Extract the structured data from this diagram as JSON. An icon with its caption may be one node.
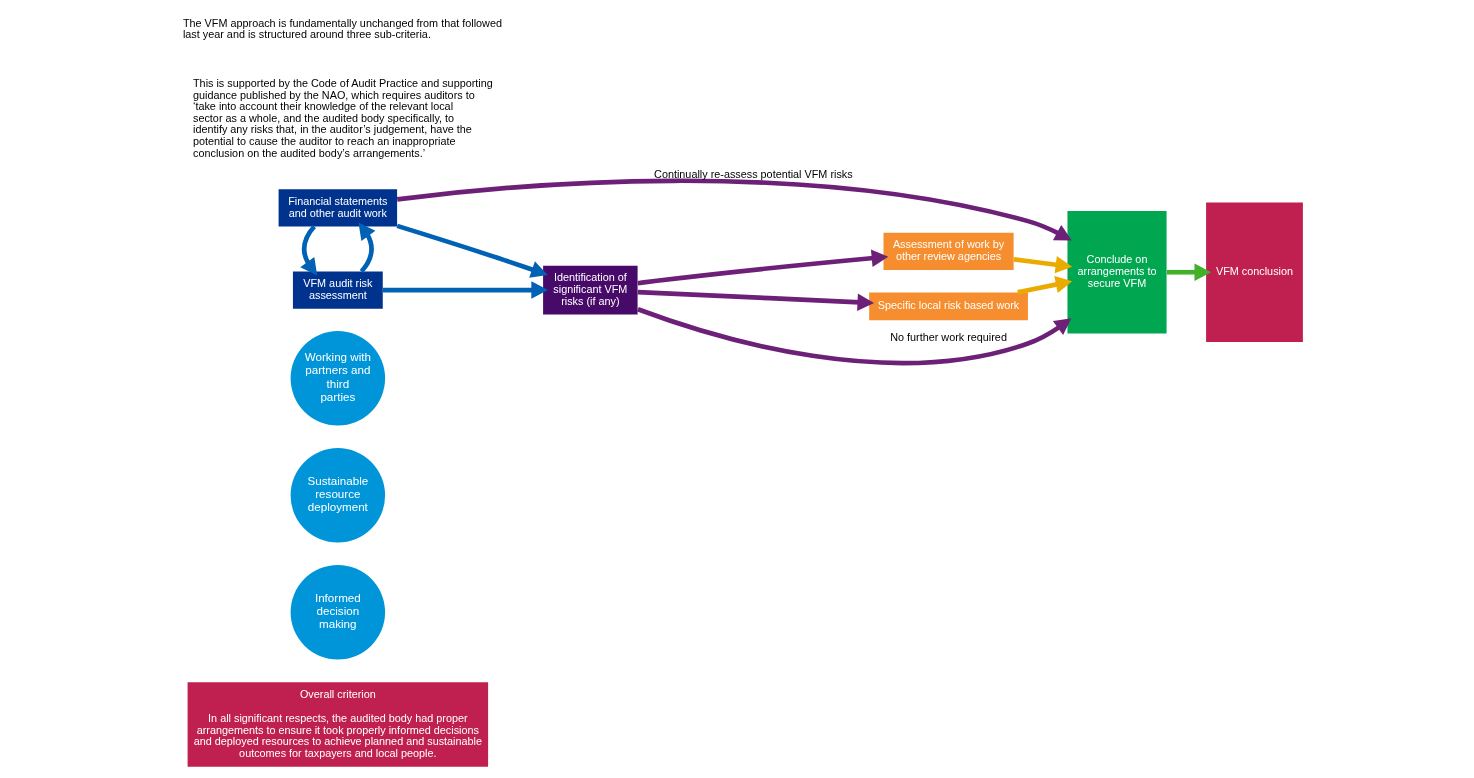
{
  "diagram": {
    "nodes": [
      {
        "text": [
          "Overall criterion",
          "In all significant respects, the audited body had proper arrangements to ensure it took properly informed decisions and deployed resources to achieve planned and sustainable outcomes for taxpayers and local people."
        ]
      },
      {
        "text": [
          "Informed decision making"
        ]
      },
      {
        "text": [
          "Sustainable resource deployment"
        ]
      },
      {
        "text": [
          "Working with partners and third parties"
        ]
      },
      {
        "text": [
          "VFM audit risk assessment"
        ]
      },
      {
        "text": [
          "Financial statements and other audit work"
        ]
      },
      {
        "text": [
          "Identification of significant VFM risks (if any)"
        ]
      },
      {
        "text": [
          "Assessment of work by other review agencies"
        ]
      },
      {
        "text": [
          "Specific local risk based work"
        ]
      },
      {
        "text": [
          "Conclude on arrangements to secure VFM"
        ]
      },
      {
        "text": [
          "VFM conclusion"
        ]
      }
    ],
    "edges": [
      {
        "from": 4,
        "to": 5,
        "arrow": "to",
        "color": "#0061b5"
      },
      {
        "from": 5,
        "to": 4,
        "arrow": "to",
        "color": "#0061b5"
      },
      {
        "from": 4,
        "to": 6,
        "arrow": "to",
        "color": "#0061b5"
      },
      {
        "from": 5,
        "to": 6,
        "arrow": "to",
        "color": "#0061b5"
      },
      {
        "from": 6,
        "to": 9,
        "arrow": "to",
        "label": "No further work required",
        "color": "#6d2077"
      },
      {
        "from": 6,
        "to": 7,
        "arrow": "to",
        "color": "#6d2077"
      },
      {
        "from": 6,
        "to": 8,
        "arrow": "to",
        "color": "#6d2077"
      },
      {
        "from": 7,
        "to": 9,
        "arrow": "to",
        "color": "#eaaa00"
      },
      {
        "from": 8,
        "to": 9,
        "arrow": "to",
        "color": "#eaaa00"
      },
      {
        "from": 5,
        "to": 9,
        "arrow": "to",
        "label": "Continually re-assess potential VFM risks",
        "color": "#6d2077"
      },
      {
        "from": 9,
        "to": 10,
        "arrow": "to",
        "color": "#43b02a"
      }
    ],
    "labels": [
      "This is supported by the Code of Audit Practice and supporting guidance published by the NAO, which requires auditors to ‘take into account their knowledge of the relevant local sector as a whole, and the audited body specifically, to identify any risks that, in the auditor’s judgement, have the potential to cause the auditor to reach an inappropriate conclusion on the audited body’s arrangements.’",
      "The VFM approach is fundamentally unchanged from that followed last year and is structured around three sub-criteria."
    ]
  }
}
